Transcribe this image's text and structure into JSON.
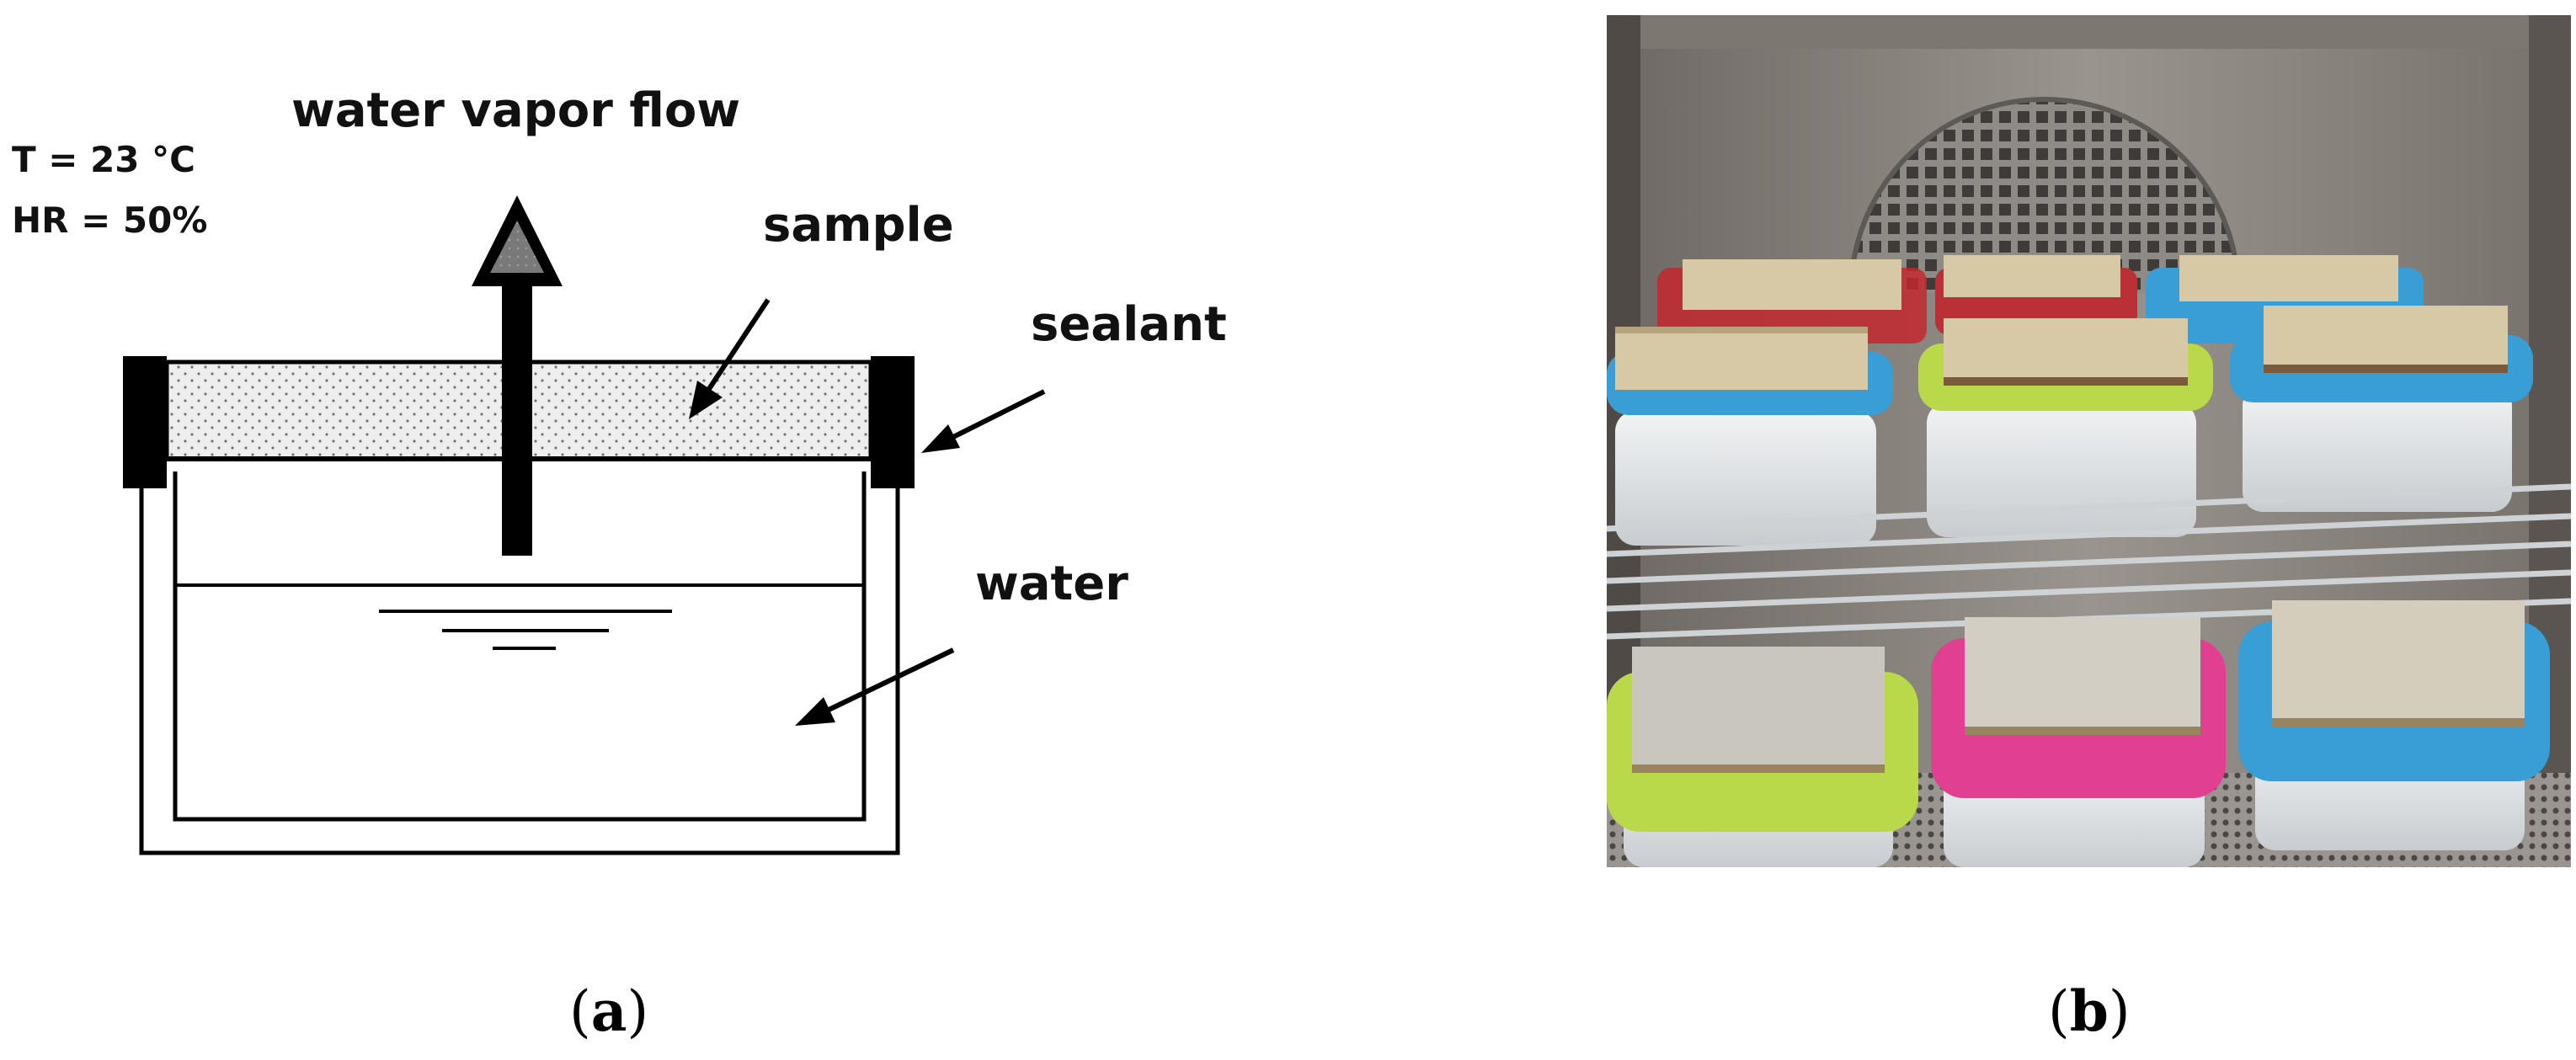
{
  "panel_a": {
    "label_flow": "water vapor flow",
    "label_temp": "T = 23 °C",
    "label_hr": "HR = 50%",
    "label_sample": "sample",
    "label_sealant": "sealant",
    "label_water": "water",
    "caption_letter": "a"
  },
  "panel_b": {
    "caption_letter": "b"
  },
  "colors": {
    "sealant": "#000000",
    "sample_fill": "#eeeeee",
    "dot": "#777777",
    "lid_blue": "#3a9ed6",
    "lid_green": "#b9d94a",
    "lid_pink": "#e0408f",
    "lid_red": "#c2282e",
    "board": "#d8c9a6"
  }
}
